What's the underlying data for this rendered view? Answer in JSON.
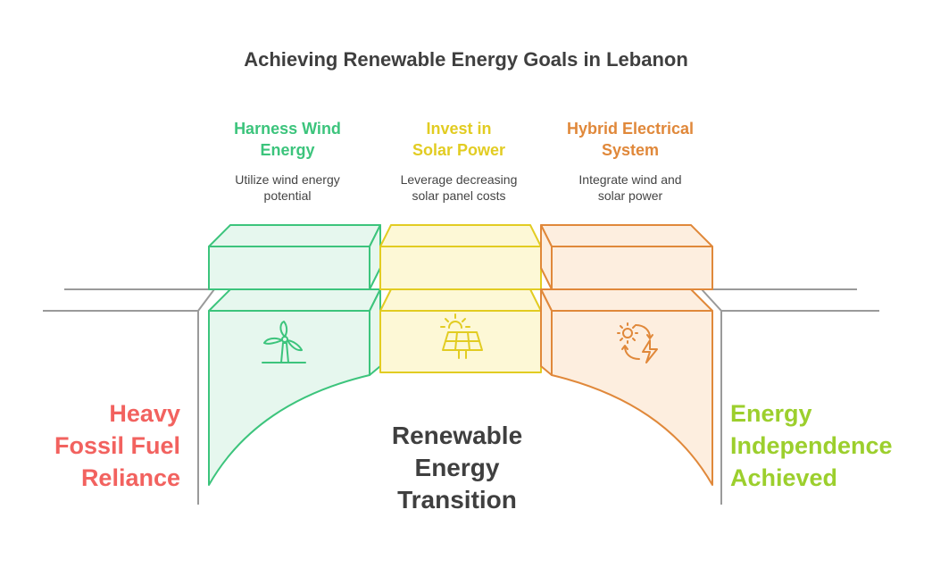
{
  "title": "Achieving Renewable Energy Goals in Lebanon",
  "columns": [
    {
      "heading": "Harness Wind Energy",
      "description": "Utilize wind energy potential",
      "icon": "wind-turbine-icon",
      "color": "#3cc47c",
      "fill": "#e6f7ee"
    },
    {
      "heading": "Invest in Solar Power",
      "description": "Leverage decreasing solar panel costs",
      "icon": "solar-panel-icon",
      "color": "#e2cc22",
      "fill": "#fdf8d6"
    },
    {
      "heading": "Hybrid Electrical System",
      "description": "Integrate wind and solar power",
      "icon": "hybrid-energy-icon",
      "color": "#e0883a",
      "fill": "#fdeedf"
    }
  ],
  "left_label": {
    "text": "Heavy Fossil Fuel Reliance",
    "color": "#f2625f"
  },
  "center_label": {
    "text": "Renewable Energy Transition"
  },
  "right_label": {
    "text": "Energy Independence Achieved",
    "color": "#9ccf2d"
  },
  "line_color": "#9a9a9a"
}
